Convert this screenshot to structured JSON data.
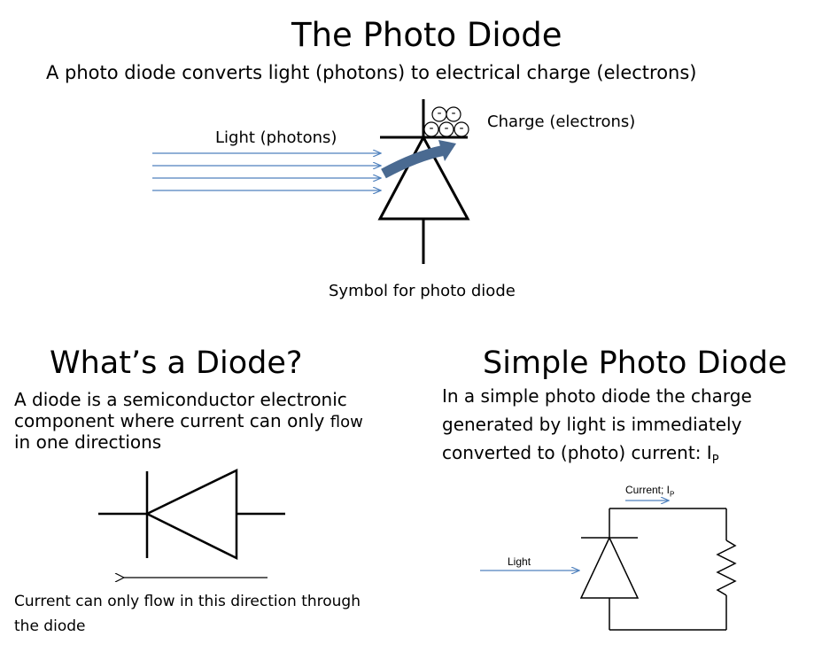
{
  "title": "The Photo Diode",
  "subtitle": "A photo diode converts light (photons) to electrical charge (electrons)",
  "photo_diagram": {
    "light_label": "Light (photons)",
    "charge_label": "Charge (electrons)",
    "symbol_caption": "Symbol for photo diode",
    "electron_sign": "-"
  },
  "diode_section": {
    "heading": "What’s a Diode?",
    "text_line1": "A diode is a semiconductor electronic",
    "text_line2a": "component where current can only ",
    "text_line2b": "flow",
    "text_line3": "in one directions",
    "caption_line1": "Current can only flow in this direction through",
    "caption_line2": "the diode"
  },
  "simple_section": {
    "heading": "Simple Photo Diode",
    "text_line1": "In a simple photo diode the charge",
    "text_line2": "generated by light is immediately",
    "text_line3": "converted to (photo) current: I",
    "text_sub": "P",
    "current_label": "Current; I",
    "current_sub": "P",
    "light_label": "Light"
  },
  "colors": {
    "arrow_blue": "#4f81bd",
    "curved_arrow": "#4a6a91",
    "line": "#000000"
  }
}
